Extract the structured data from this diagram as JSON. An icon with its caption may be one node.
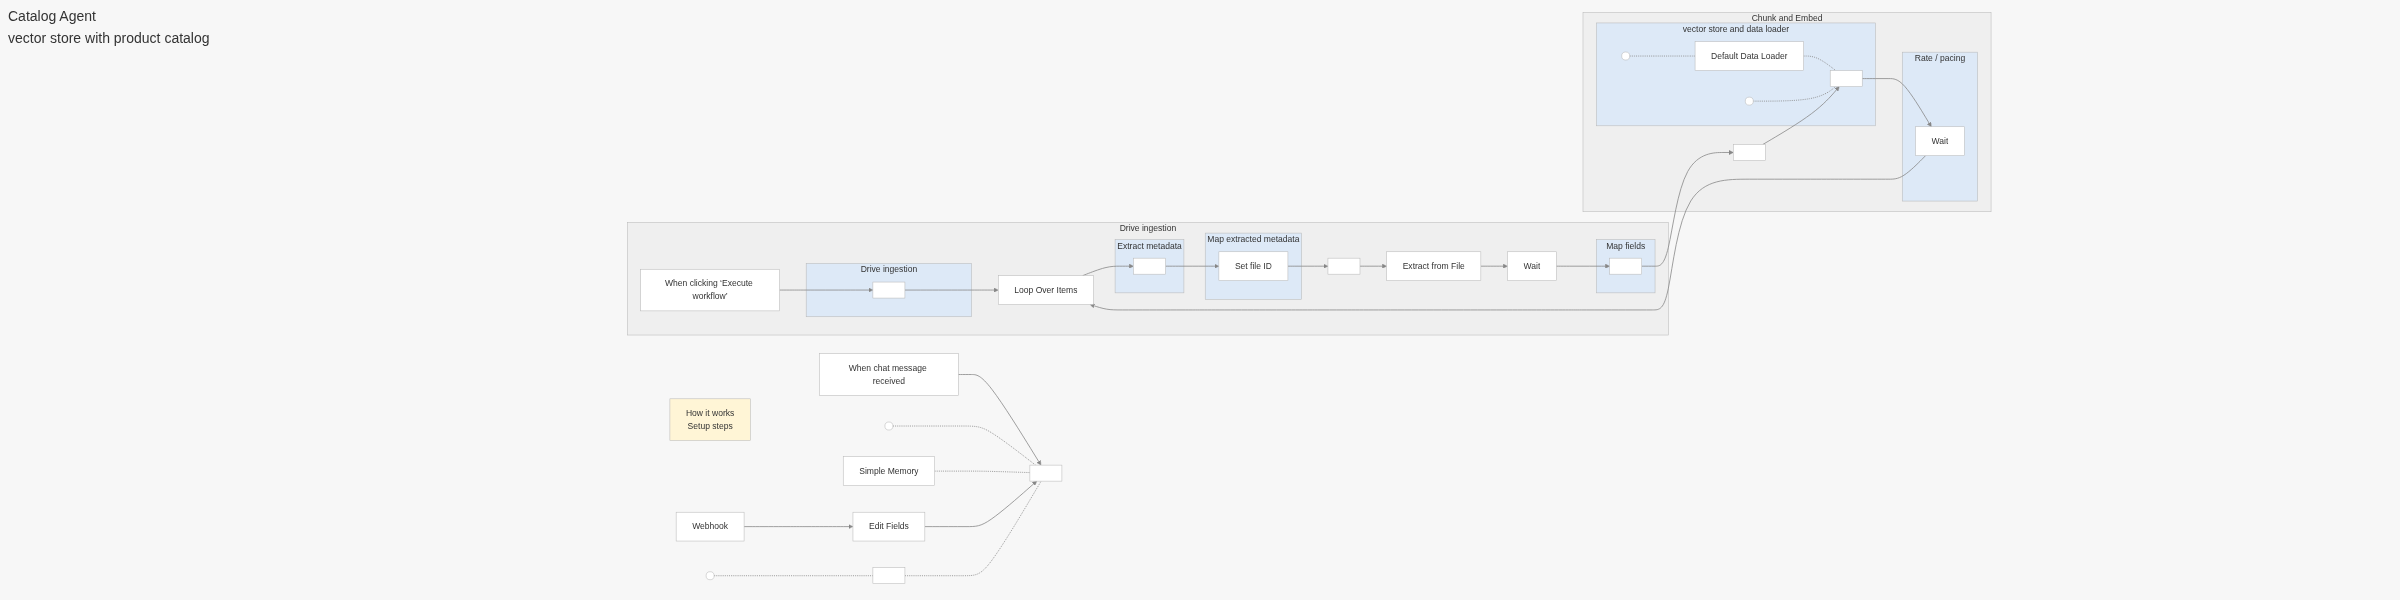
{
  "diagram": {
    "nodes": [
      {
        "text": [
          "How it works",
          "Setup steps"
        ]
      },
      {
        "text": [
          "Drive ingestion"
        ]
      },
      {
        "text": [
          "Chunk and Embed"
        ]
      },
      {
        "text": [
          "When clicking ‘Execute workflow’"
        ],
        "in": 1
      },
      {
        "text": [
          "Drive ingestion"
        ],
        "in": 1
      },
      {
        "text": [],
        "shape": "box",
        "in": 4
      },
      {
        "text": [
          "Loop Over Items"
        ],
        "in": 1
      },
      {
        "text": [
          "Extract metadata"
        ],
        "in": 1
      },
      {
        "text": [],
        "shape": "box",
        "in": 7
      },
      {
        "text": [
          "Map extracted metadata"
        ],
        "in": 1
      },
      {
        "text": [
          "Set file ID"
        ],
        "in": 9
      },
      {
        "text": [],
        "shape": "box",
        "in": 1
      },
      {
        "text": [
          "Extract from File"
        ],
        "in": 1
      },
      {
        "text": [
          "Wait"
        ],
        "in": 1
      },
      {
        "text": [
          "Map fields"
        ],
        "in": 1
      },
      {
        "text": [],
        "shape": "box",
        "in": 14
      },
      {
        "text": [],
        "shape": "box",
        "in": 2
      },
      {
        "text": [
          "vector store and data loader"
        ],
        "in": 2
      },
      {
        "text": [],
        "shape": "box",
        "in": 17
      },
      {
        "text": [
          "Default Data Loader"
        ],
        "in": 17
      },
      {
        "text": [],
        "shape": "circle",
        "in": 17
      },
      {
        "text": [],
        "shape": "circle",
        "in": 17
      },
      {
        "text": [
          "Rate / pacing"
        ],
        "in": 2
      },
      {
        "text": [
          "Wait"
        ],
        "in": 22
      },
      {
        "text": [
          "Webhook"
        ]
      },
      {
        "text": [
          "Edit Fields"
        ]
      },
      {
        "text": [
          "When chat message received"
        ]
      },
      {
        "text": [],
        "shape": "box"
      },
      {
        "text": [],
        "shape": "circle"
      },
      {
        "text": [
          "Simple Memory"
        ]
      },
      {
        "text": [],
        "shape": "box"
      },
      {
        "text": [],
        "shape": "circle"
      }
    ],
    "edges": [
      {
        "from": 3,
        "to": 5,
        "arrow": "to"
      },
      {
        "from": 5,
        "to": 6,
        "arrow": "to"
      },
      {
        "from": 6,
        "to": 8,
        "arrow": "to"
      },
      {
        "from": 8,
        "to": 10,
        "arrow": "to"
      },
      {
        "from": 10,
        "to": 11,
        "arrow": "to"
      },
      {
        "from": 11,
        "to": 12,
        "arrow": "to"
      },
      {
        "from": 12,
        "to": 13,
        "arrow": "to"
      },
      {
        "from": 13,
        "to": 15,
        "arrow": "to"
      },
      {
        "from": 15,
        "to": 16,
        "arrow": "to"
      },
      {
        "from": 16,
        "to": 18,
        "arrow": "to"
      },
      {
        "from": 18,
        "to": 23,
        "arrow": "to"
      },
      {
        "from": 23,
        "to": 6,
        "arrow": "to"
      },
      {
        "from": 19,
        "to": 18,
        "arrow": "none",
        "style": "dashed"
      },
      {
        "from": 20,
        "to": 18,
        "arrow": "none",
        "style": "dashed"
      },
      {
        "from": 21,
        "to": 19,
        "arrow": "none",
        "style": "dashed"
      },
      {
        "from": 24,
        "to": 25,
        "arrow": "to"
      },
      {
        "from": 25,
        "to": 27,
        "arrow": "to"
      },
      {
        "from": 26,
        "to": 27,
        "arrow": "to"
      },
      {
        "from": 28,
        "to": 27,
        "arrow": "none",
        "style": "dashed"
      },
      {
        "from": 29,
        "to": 27,
        "arrow": "none",
        "style": "dashed"
      },
      {
        "from": 30,
        "to": 27,
        "arrow": "none",
        "style": "dashed"
      },
      {
        "from": 31,
        "to": 30,
        "arrow": "none",
        "style": "dashed"
      }
    ],
    "labels": [
      "Catalog Agent",
      "vector store with product catalog"
    ]
  }
}
